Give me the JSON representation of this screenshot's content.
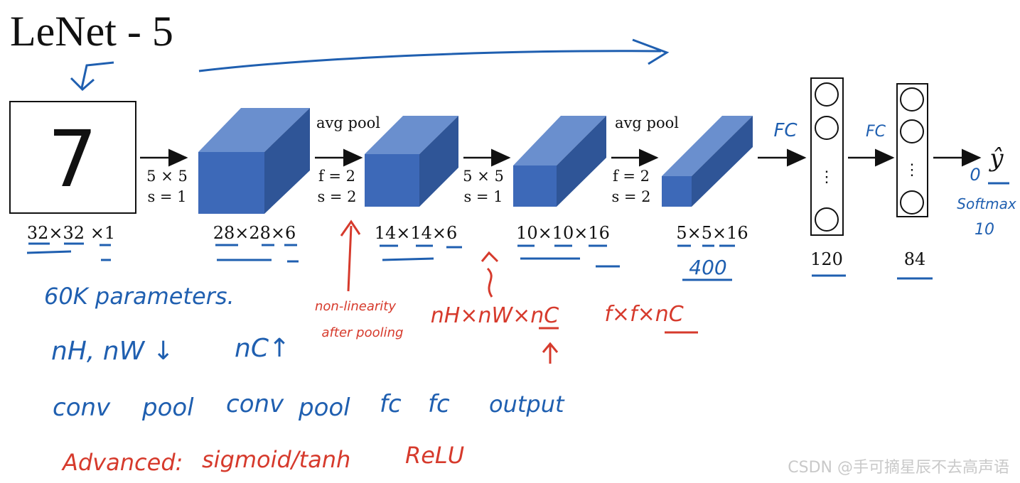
{
  "title": "LeNet - 5",
  "input": {
    "digit": "7",
    "dims": "32×32 ×1"
  },
  "layers": [
    {
      "label_top": "",
      "label_mid": "5 × 5",
      "label_bot": "s = 1",
      "dims": "28×28×6"
    },
    {
      "label_top": "avg pool",
      "label_mid": "f = 2",
      "label_bot": "s = 2",
      "dims": "14×14×6"
    },
    {
      "label_top": "",
      "label_mid": "5 × 5",
      "label_bot": "s = 1",
      "dims": "10×10×16"
    },
    {
      "label_top": "avg pool",
      "label_mid": "f = 2",
      "label_bot": "s = 2",
      "dims": "5×5×16"
    }
  ],
  "fc_layers": [
    {
      "size": "120",
      "dots": "⋮",
      "label_before": "FC"
    },
    {
      "size": "84",
      "dots": "⋮",
      "label_before": "FC"
    }
  ],
  "output": {
    "symbol": "ŷ",
    "note_top": "0",
    "note_mid": "Softmax",
    "note_bot": "10"
  },
  "annotations": {
    "flat_400": "400",
    "nonlinearity": [
      "non-linearity",
      "after pooling"
    ],
    "shape_formula": "nH×nW×nC",
    "filter_formula": "f×f×nC",
    "params": "60K parameters.",
    "trend_hw": "nH, nW ↓",
    "trend_c": "nC↑",
    "sequence": [
      "conv",
      "pool",
      "conv",
      "pool",
      "fc",
      "fc",
      "output"
    ],
    "advanced_label": "Advanced:",
    "advanced_act1": "sigmoid/tanh",
    "advanced_act2": "ReLU"
  },
  "watermark": "CSDN @手可摘星辰不去高声语",
  "colors": {
    "cube_front": "#3d69b8",
    "cube_top": "#6a8fce",
    "cube_side": "#2f5597",
    "ink_blue": "#1f5fb0",
    "ink_red": "#d63a2c"
  }
}
